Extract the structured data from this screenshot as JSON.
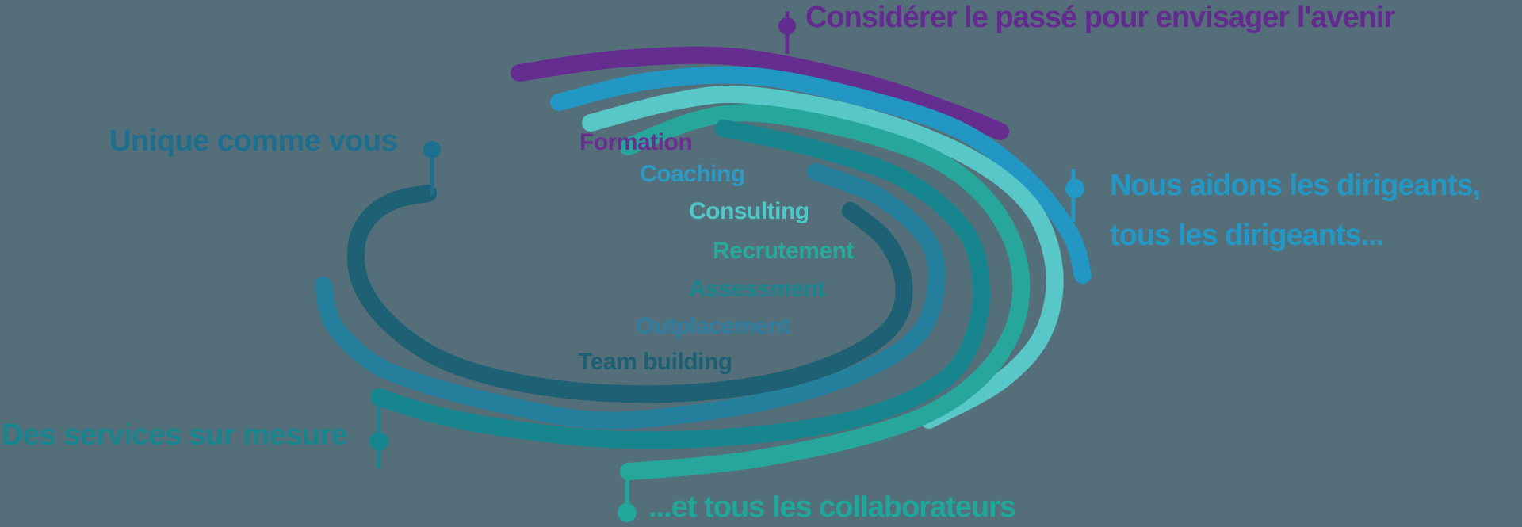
{
  "canvas": {
    "background": "#546f7a"
  },
  "services": [
    {
      "id": "formation",
      "label": "Formation",
      "color": "#662d91",
      "label_color": "#6b2d91"
    },
    {
      "id": "coaching",
      "label": "Coaching",
      "color": "#2397c3",
      "label_color": "#2d9ac6"
    },
    {
      "id": "consulting",
      "label": "Consulting",
      "color": "#58c7c7",
      "label_color": "#50c8cb"
    },
    {
      "id": "recrutement",
      "label": "Recrutement",
      "color": "#27a79b",
      "label_color": "#29a89c"
    },
    {
      "id": "assessment",
      "label": "Assessment",
      "color": "#17858e",
      "label_color": "#19848e"
    },
    {
      "id": "outplacement",
      "label": "Outplacement",
      "color": "#24809d",
      "label_color": "#2d7ea0"
    },
    {
      "id": "team-building",
      "label": "Team building",
      "color": "#1e6175",
      "label_color": "#1d5f73"
    }
  ],
  "taglines": [
    {
      "id": "considerer",
      "text": "Considérer le passé pour envisager l'avenir",
      "color": "#632a90",
      "connects_to": "formation"
    },
    {
      "id": "unique",
      "text": "Unique comme vous",
      "color": "#1e6f8e",
      "connects_to": "team-building"
    },
    {
      "id": "nous",
      "text": "Nous aidons les dirigeants,\ntous les dirigeants...",
      "color": "#2398c6",
      "connects_to": "coaching"
    },
    {
      "id": "services",
      "text": "Des services sur mesure",
      "color": "#17858e",
      "connects_to": "assessment"
    },
    {
      "id": "collaborateurs",
      "text": "...et tous les collaborateurs",
      "color": "#1fa79c",
      "connects_to": "recrutement"
    }
  ]
}
